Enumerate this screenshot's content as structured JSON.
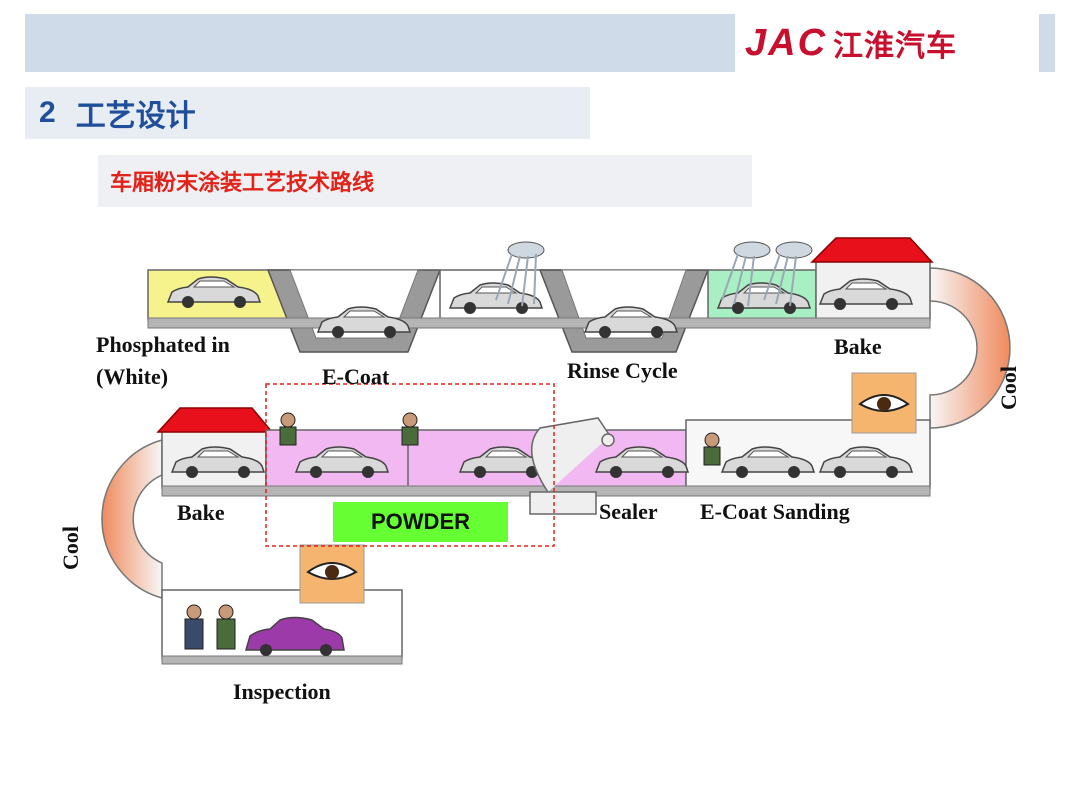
{
  "header": {
    "logo_text": "JAC",
    "logo_cn": "江淮汽车",
    "brand_color": "#c8102e"
  },
  "section": {
    "number": "2",
    "title": "工艺设计"
  },
  "subtitle": "车厢粉末涂装工艺技术路线",
  "diagram": {
    "labels": {
      "phosphated_line1": "Phosphated in",
      "phosphated_line2": "(White)",
      "ecoat": "E-Coat",
      "rinse": "Rinse Cycle",
      "bake_top": "Bake",
      "cool_right": "Cool",
      "bake_left": "Bake",
      "powder": "POWDER",
      "sealer": "Sealer",
      "ecoat_sanding": "E-Coat Sanding",
      "cool_left": "Cool",
      "inspection": "Inspection"
    },
    "colors": {
      "phosphate": "#f6f38c",
      "spray_zone": "#a8efc4",
      "powder_zone": "#f2b8f2",
      "oven_roof": "#e8101a",
      "cool": "#f08a5d",
      "powder_label": "#66ff33",
      "highlight_box": "#e2231a",
      "inspection_car": "#9b3aa8"
    }
  }
}
